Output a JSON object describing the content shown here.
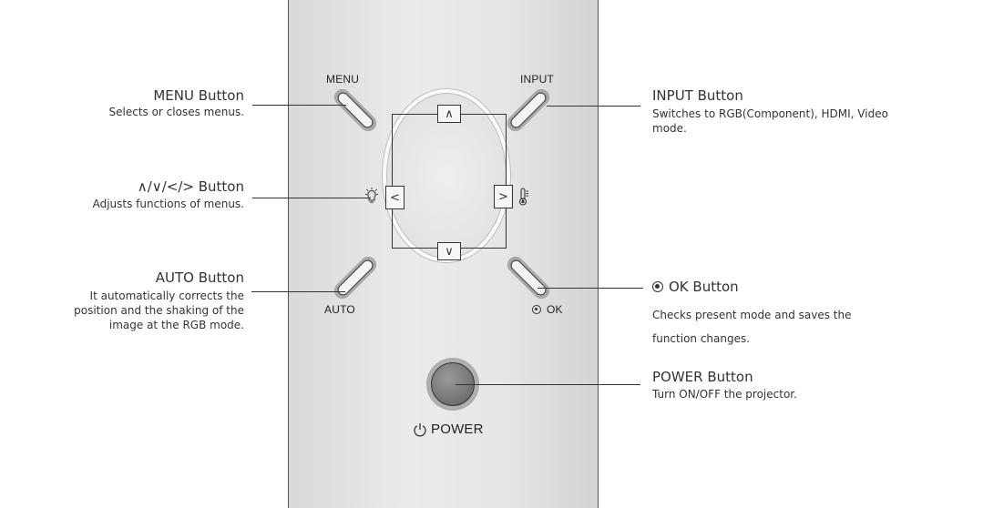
{
  "panel": {
    "menu_label": "MENU",
    "input_label": "INPUT",
    "auto_label": "AUTO",
    "ok_label": "OK",
    "power_label": "POWER",
    "keys": {
      "up": "∧",
      "down": "∨",
      "left": "<",
      "right": ">"
    }
  },
  "callouts": {
    "menu": {
      "title": "MENU Button",
      "desc": "Selects or closes menus."
    },
    "input": {
      "title": "INPUT Button",
      "desc_line1": "Switches to RGB(Component), HDMI, Video",
      "desc_line2": "mode."
    },
    "arrows": {
      "title": "∧/∨/</>  Button",
      "desc": "Adjusts functions of menus."
    },
    "auto": {
      "title": "AUTO Button",
      "desc_line1": "It automatically corrects the",
      "desc_line2": "position and the shaking of the",
      "desc_line3": "image at the  RGB mode."
    },
    "ok": {
      "title": "OK Button",
      "desc_line1": "Checks present mode and saves the",
      "desc_line2": "function changes."
    },
    "power": {
      "title": "POWER Button",
      "desc": "Turn ON/OFF the projector."
    }
  }
}
